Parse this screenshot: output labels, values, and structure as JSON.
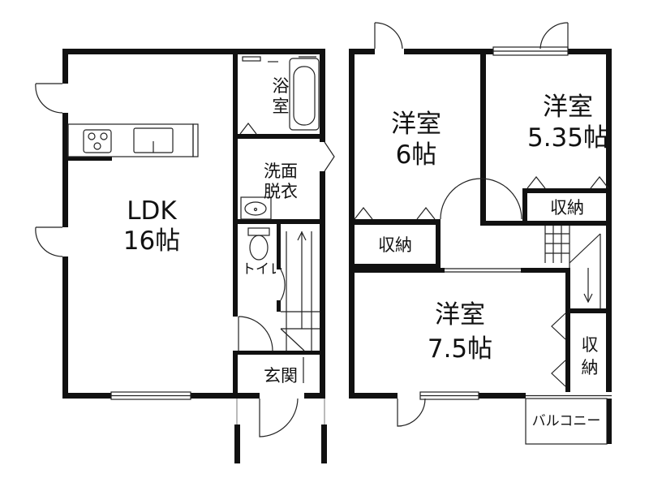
{
  "plan": {
    "floor1": {
      "ldk": {
        "name": "LDK",
        "size": "16帖"
      },
      "bath": {
        "line1": "浴",
        "line2": "室"
      },
      "washroom": {
        "line1": "洗面",
        "line2": "脱衣"
      },
      "toilet": "トイレ",
      "entrance": "玄関"
    },
    "floor2": {
      "room_a": {
        "name": "洋室",
        "size": "6帖"
      },
      "room_b": {
        "name": "洋室",
        "size": "5.35帖"
      },
      "room_c": {
        "name": "洋室",
        "size": "7.5帖"
      },
      "storage_hall": "収納",
      "storage_b": "収納",
      "storage_c": {
        "line1": "収",
        "line2": "納"
      },
      "balcony": "バルコニー"
    }
  }
}
